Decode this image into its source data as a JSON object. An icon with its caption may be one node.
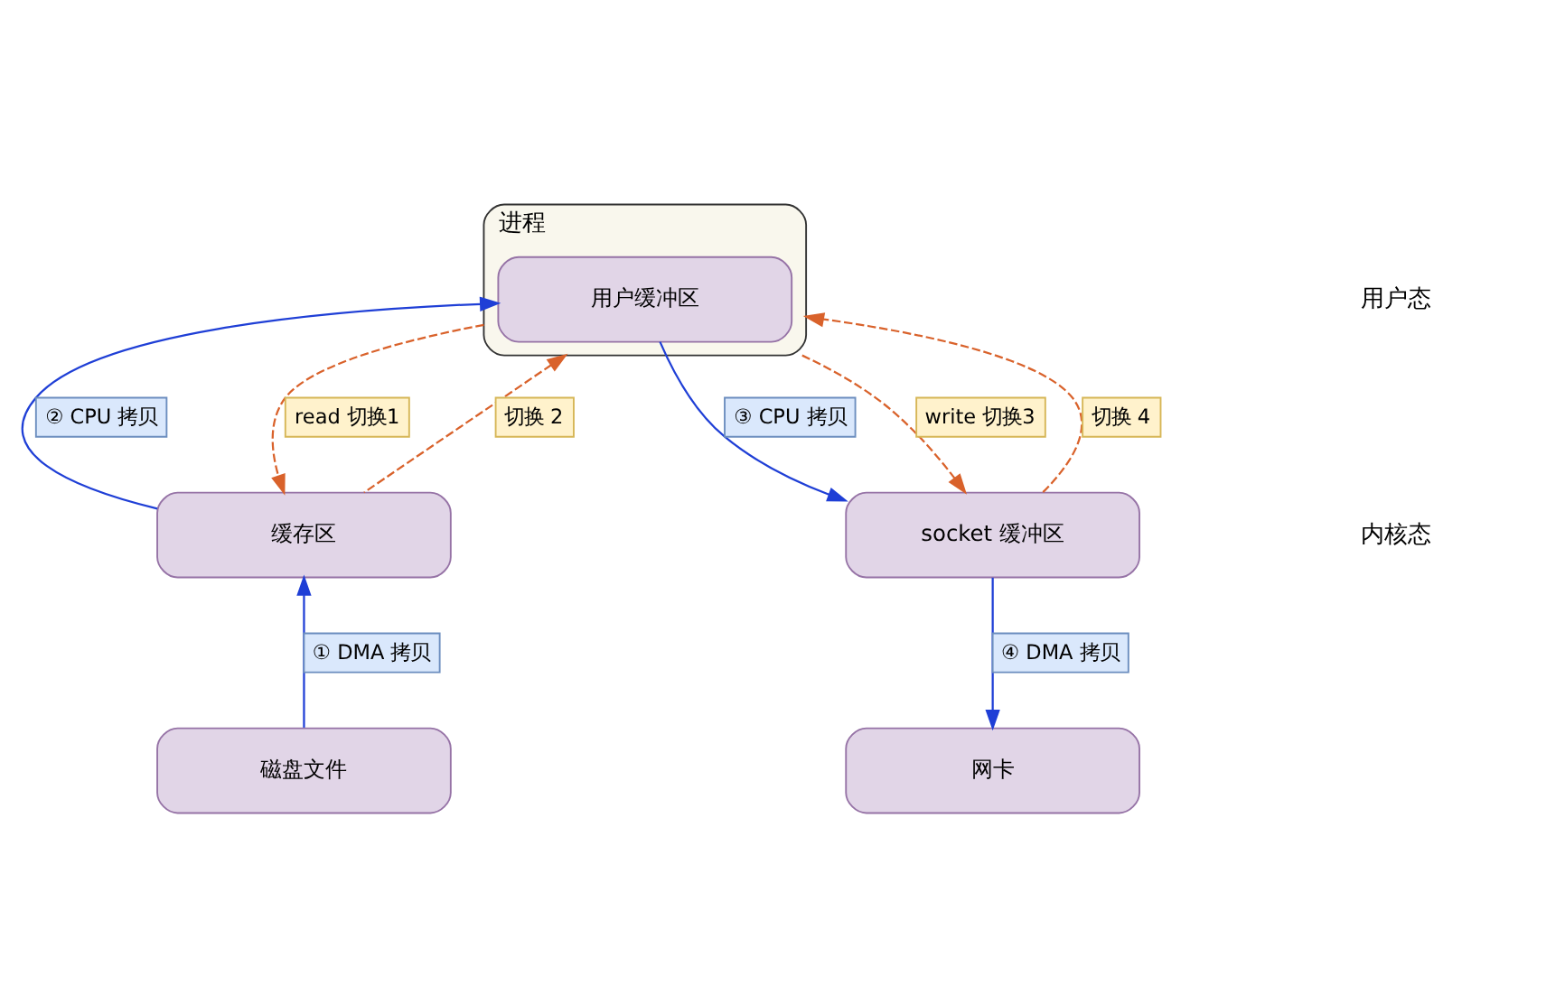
{
  "diagram": {
    "nodes": [
      {
        "text": [
          "进程"
        ]
      },
      {
        "text": [
          "用户缓冲区"
        ],
        "in": 0
      },
      {
        "text": [
          "缓存区"
        ]
      },
      {
        "text": [
          "socket 缓冲区"
        ]
      },
      {
        "text": [
          "磁盘文件"
        ]
      },
      {
        "text": [
          "网卡"
        ]
      }
    ],
    "edges": [
      {
        "from": 4,
        "to": 2,
        "arrow": "to",
        "label": "① DMA 拷贝"
      },
      {
        "from": 2,
        "to": 1,
        "arrow": "to",
        "label": "② CPU 拷贝"
      },
      {
        "from": 1,
        "to": 3,
        "arrow": "to",
        "label": "③ CPU 拷贝"
      },
      {
        "from": 3,
        "to": 5,
        "arrow": "to",
        "label": "④ DMA 拷贝"
      },
      {
        "from": 0,
        "to": 2,
        "arrow": "to",
        "label": "read 切换1",
        "style": "dashed",
        "color": "#d9622b"
      },
      {
        "from": 2,
        "to": 0,
        "arrow": "to",
        "label": "切换 2",
        "style": "dashed",
        "color": "#d9622b"
      },
      {
        "from": 0,
        "to": 3,
        "arrow": "to",
        "label": "write 切换3",
        "style": "dashed",
        "color": "#d9622b"
      },
      {
        "from": 3,
        "to": 0,
        "arrow": "to",
        "label": "切换 4",
        "style": "dashed",
        "color": "#d9622b"
      }
    ],
    "labels": [
      "用户态",
      "内核态"
    ]
  }
}
